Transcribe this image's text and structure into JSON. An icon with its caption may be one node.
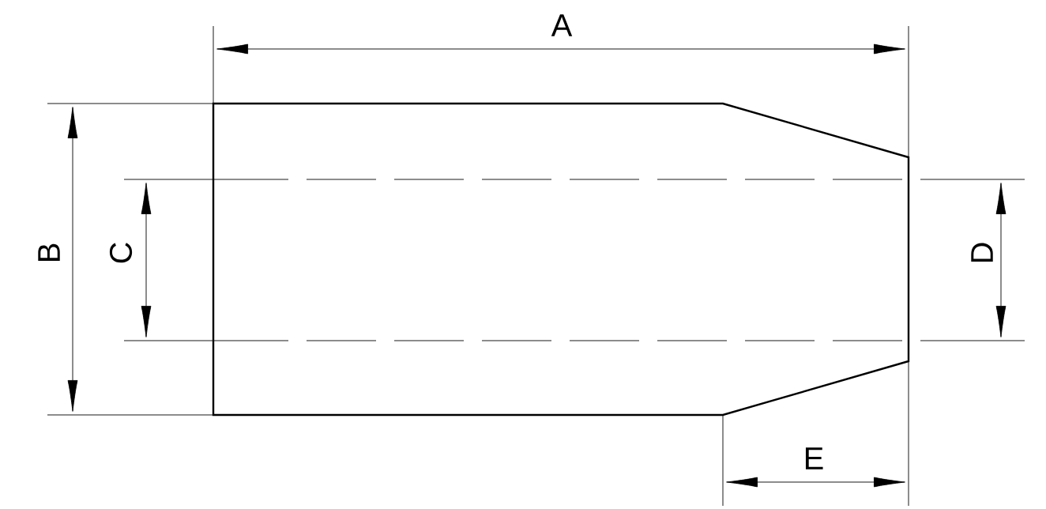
{
  "diagram": {
    "labels": [
      "A",
      "B",
      "C",
      "D",
      "E"
    ]
  }
}
